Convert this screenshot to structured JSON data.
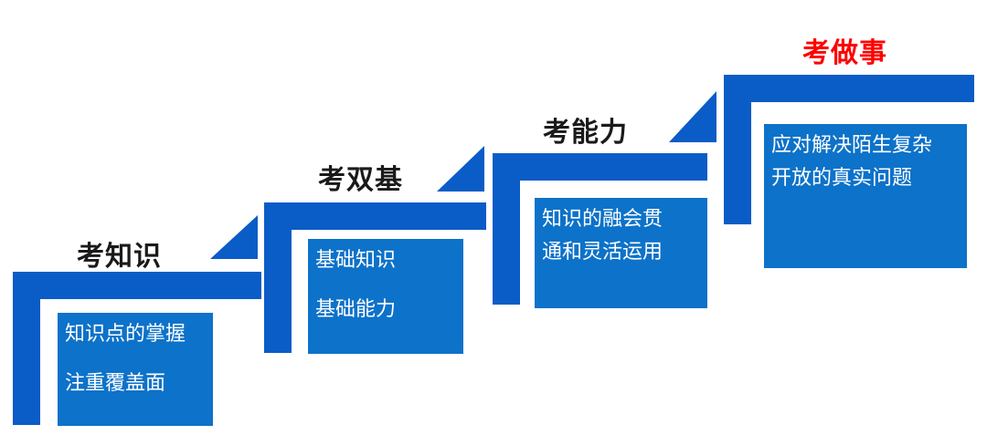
{
  "colors": {
    "bar": "#0a5cc7",
    "box": "#0d72c9",
    "title": "#1a1a1a",
    "highlight_title": "#ff0000"
  },
  "steps": [
    {
      "title": "考知识",
      "lines": [
        "知识点的掌握",
        "注重覆盖面"
      ]
    },
    {
      "title": "考双基",
      "lines": [
        "基础知识",
        "基础能力"
      ]
    },
    {
      "title": "考能力",
      "lines": [
        "知识的融会贯",
        "通和灵活运用"
      ]
    },
    {
      "title": "考做事",
      "lines": [
        "应对解决陌生复杂",
        "开放的真实问题"
      ]
    }
  ]
}
